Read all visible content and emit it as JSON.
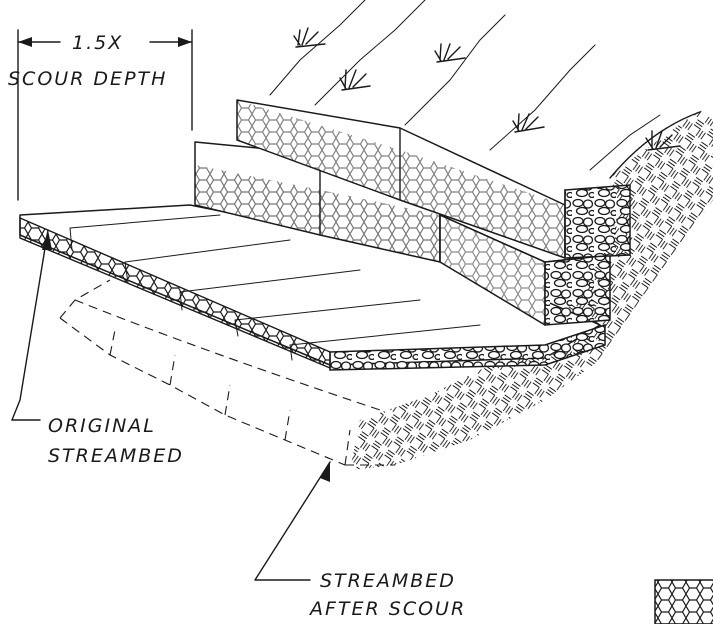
{
  "labels": {
    "scour_width": "1.5X",
    "scour_depth": "SCOUR DEPTH",
    "original_line1": "ORIGINAL",
    "original_line2": "STREAMBED",
    "after_line1": "STREAMBED",
    "after_line2": "AFTER SCOUR"
  }
}
